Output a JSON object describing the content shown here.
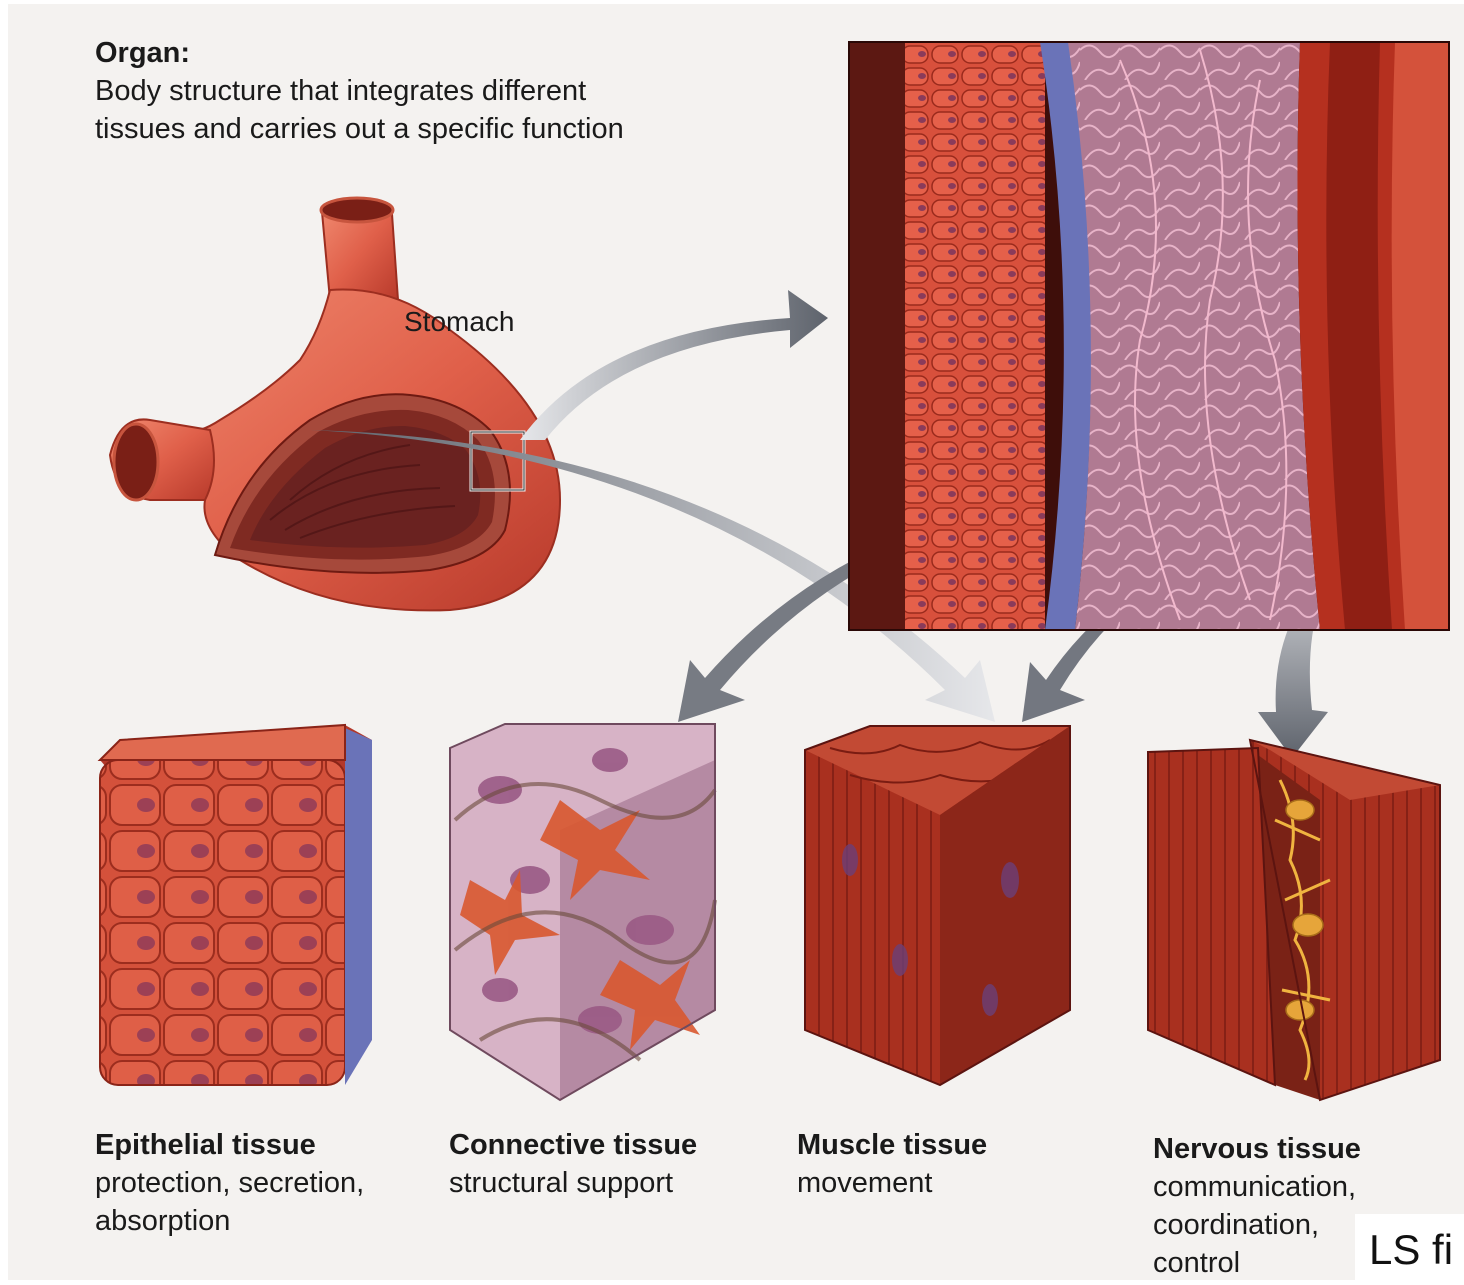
{
  "organ": {
    "title": "Organ:",
    "description_line1": "Body structure that integrates different",
    "description_line2": "tissues and carries out a specific function"
  },
  "stomach_label": "Stomach",
  "tissues": [
    {
      "name": "Epithelial tissue",
      "function_lines": [
        "protection, secretion,",
        "absorption"
      ]
    },
    {
      "name": "Connective tissue",
      "function_lines": [
        "structural support"
      ]
    },
    {
      "name": "Muscle tissue",
      "function_lines": [
        "movement"
      ]
    },
    {
      "name": "Nervous tissue",
      "function_lines": [
        "communication,",
        "coordination,",
        "control"
      ]
    }
  ],
  "corner_label": "LS fi",
  "colors": {
    "tissue_red": "#c8432f",
    "tissue_dark": "#8e2418",
    "connective_bg": "#d9b6c9",
    "nerve_yellow": "#e6a53a",
    "arrow_gray": "#6b6f78",
    "basement_blue": "#6a73b8"
  }
}
